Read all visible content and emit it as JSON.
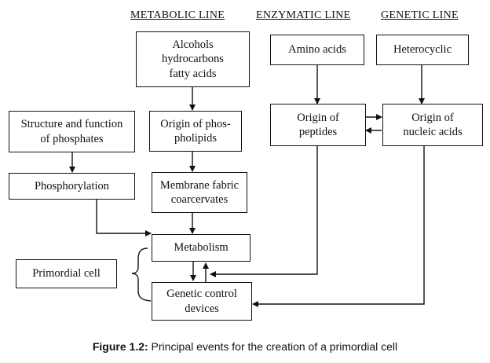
{
  "headings": {
    "metabolic": "METABOLIC LINE",
    "enzymatic": "ENZYMATIC LINE",
    "genetic": "GENETIC LINE"
  },
  "boxes": {
    "alcohols": "Alcohols\nhydrocarbons\nfatty acids",
    "amino_acids": "Amino acids",
    "heterocyclic": "Heterocyclic",
    "structure_phosphates": "Structure and function\nof phosphates",
    "origin_phospholipids": "Origin of phos-\npholipids",
    "origin_peptides": "Origin of\npeptides",
    "origin_nucleic_acids": "Origin of\nnucleic acids",
    "phosphorylation": "Phosphorylation",
    "membrane_fabric": "Membrane fabric\ncoarcervates",
    "metabolism": "Metabolism",
    "primordial_cell": "Primordial cell",
    "genetic_control": "Genetic control\ndevices"
  },
  "caption": {
    "label": "Figure 1.2:",
    "text": " Principal events for the creation of a primordial cell"
  }
}
